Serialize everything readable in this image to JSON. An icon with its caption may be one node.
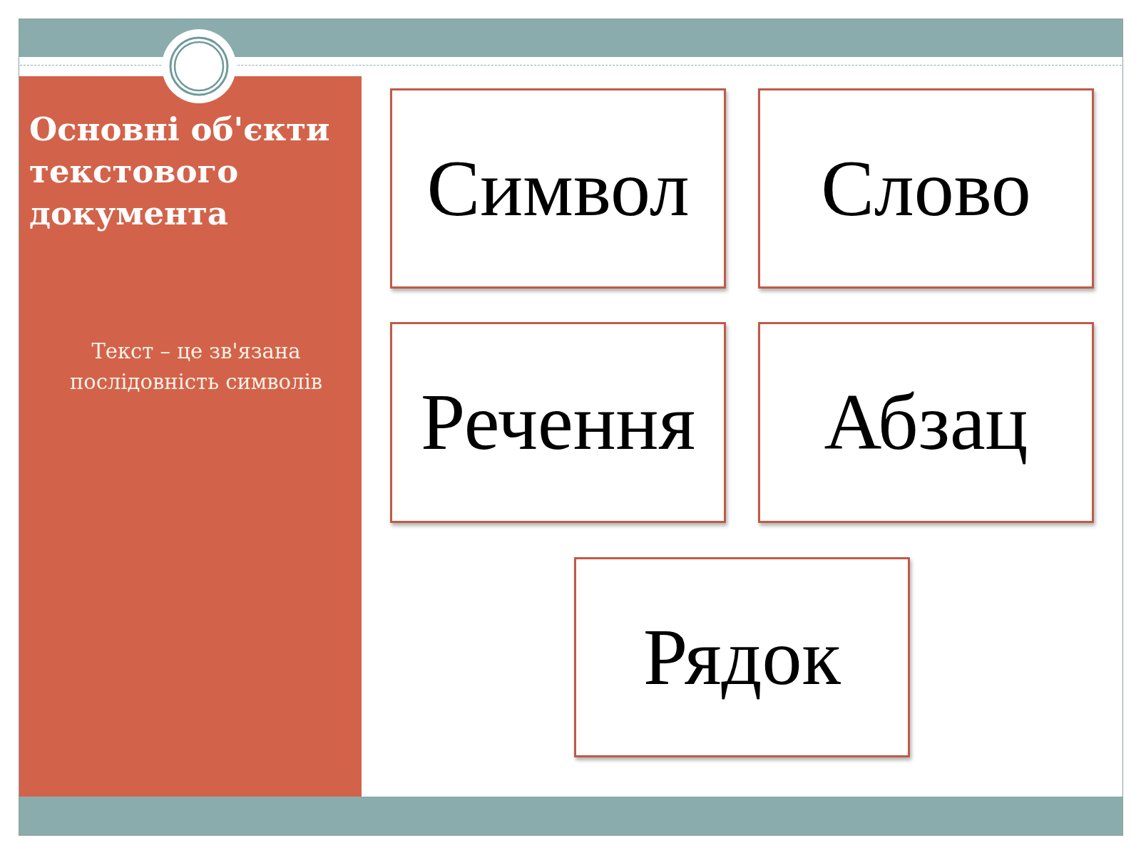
{
  "diagram": {
    "title": "Основні об'єкти текстового документа",
    "nodes": [
      {
        "text": [
          "Символ"
        ]
      },
      {
        "text": [
          "Слово"
        ]
      },
      {
        "text": [
          "Речення"
        ]
      },
      {
        "text": [
          "Абзац"
        ]
      },
      {
        "text": [
          "Рядок"
        ]
      }
    ],
    "labels": [
      "Текст – це зв'язана послідовність символів"
    ]
  }
}
